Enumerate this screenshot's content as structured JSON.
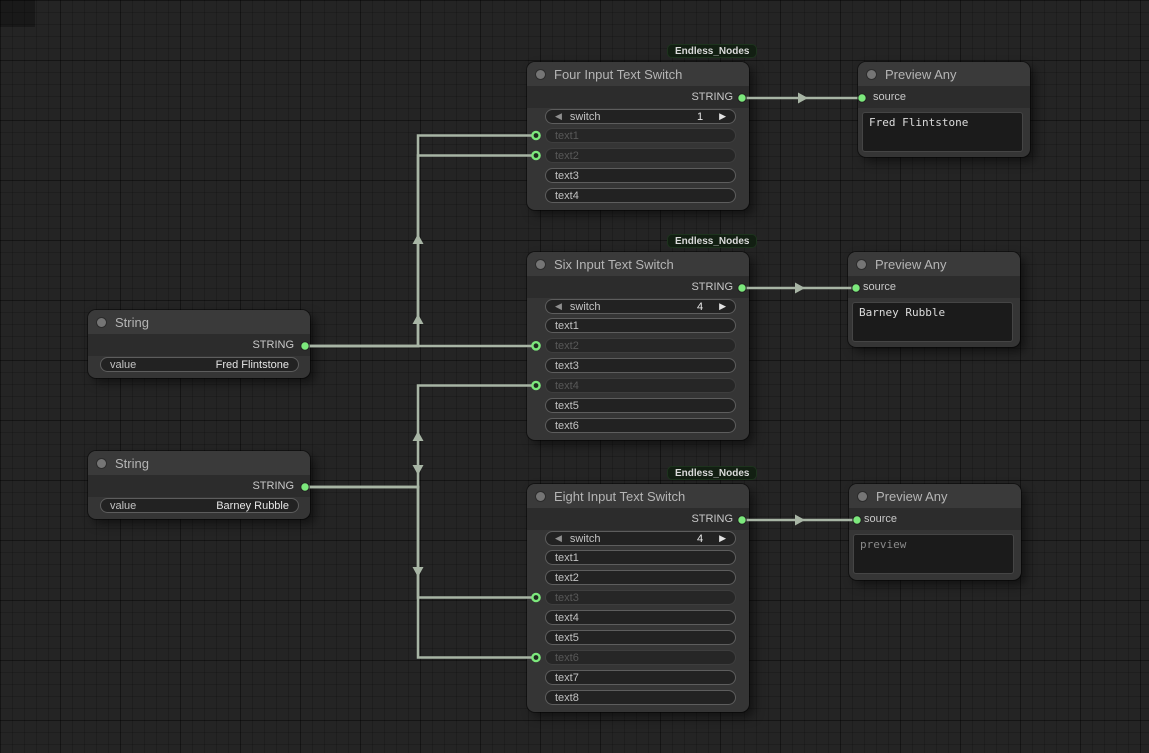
{
  "icons": {
    "arrow_left": "◀",
    "arrow_right": "▶"
  },
  "colors": {
    "wire": "#a8b5a5",
    "slot_green": "#7ce87c",
    "node_bg": "#353535",
    "title_bg": "#3a3a3a",
    "slot_band_bg": "#2c2c2c",
    "badge_bg": "#121f12",
    "canvas_bg": "#242424"
  },
  "nodes": {
    "string1": {
      "title": "String",
      "output": "STRING",
      "widget_label": "value",
      "widget_value": "Fred Flintstone"
    },
    "string2": {
      "title": "String",
      "output": "STRING",
      "widget_label": "value",
      "widget_value": "Barney Rubble"
    },
    "four_switch": {
      "badge": "Endless_Nodes",
      "title": "Four Input Text Switch",
      "output": "STRING",
      "switch_label": "switch",
      "switch_value": "1",
      "rows": [
        "text1",
        "text2",
        "text3",
        "text4"
      ]
    },
    "six_switch": {
      "badge": "Endless_Nodes",
      "title": "Six Input Text Switch",
      "output": "STRING",
      "switch_label": "switch",
      "switch_value": "4",
      "rows": [
        "text1",
        "text2",
        "text3",
        "text4",
        "text5",
        "text6"
      ]
    },
    "eight_switch": {
      "badge": "Endless_Nodes",
      "title": "Eight Input Text Switch",
      "output": "STRING",
      "switch_label": "switch",
      "switch_value": "4",
      "rows": [
        "text1",
        "text2",
        "text3",
        "text4",
        "text5",
        "text6",
        "text7",
        "text8"
      ]
    },
    "preview1": {
      "title": "Preview Any",
      "input": "source",
      "text": "Fred Flintstone"
    },
    "preview2": {
      "title": "Preview Any",
      "input": "source",
      "text": "Barney Rubble"
    },
    "preview3": {
      "title": "Preview Any",
      "input": "source",
      "text": "preview"
    }
  }
}
